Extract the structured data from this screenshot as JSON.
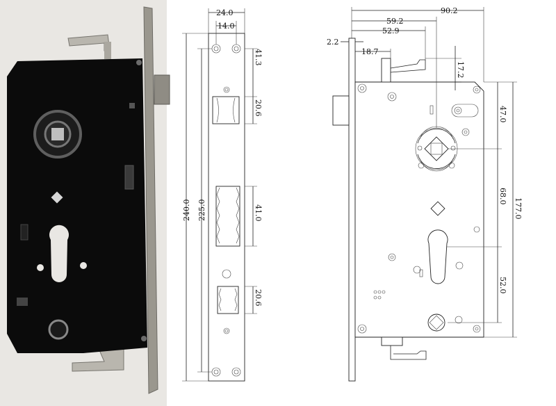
{
  "photo": {
    "caption": ""
  },
  "faceplate_drawing": {
    "dims": {
      "top_width": "24.0",
      "hole_spacing": "14.0",
      "total_length": "240.0",
      "hole_distance": "225.0",
      "top_offset": "41.3",
      "latch_height": "20.6",
      "deadbolt_height": "41.0",
      "strike_height": "20.6"
    }
  },
  "body_drawing": {
    "dims": {
      "overall_width": "90.2",
      "backset_to_spindle": "59.2",
      "backset": "52.9",
      "plate_thickness": "2.2",
      "latch_projection": "18.7",
      "top_to_tab": "17.2",
      "top_to_spindle": "47.0",
      "spindle_to_cylinder": "68.0",
      "body_height": "177.0",
      "cylinder_to_bottom_spindle": "52.0"
    }
  },
  "colors": {
    "photo_body": "#0b0b0b",
    "photo_plate": "#9a978e",
    "photo_bg": "#e9e7e3",
    "line": "#222222"
  }
}
